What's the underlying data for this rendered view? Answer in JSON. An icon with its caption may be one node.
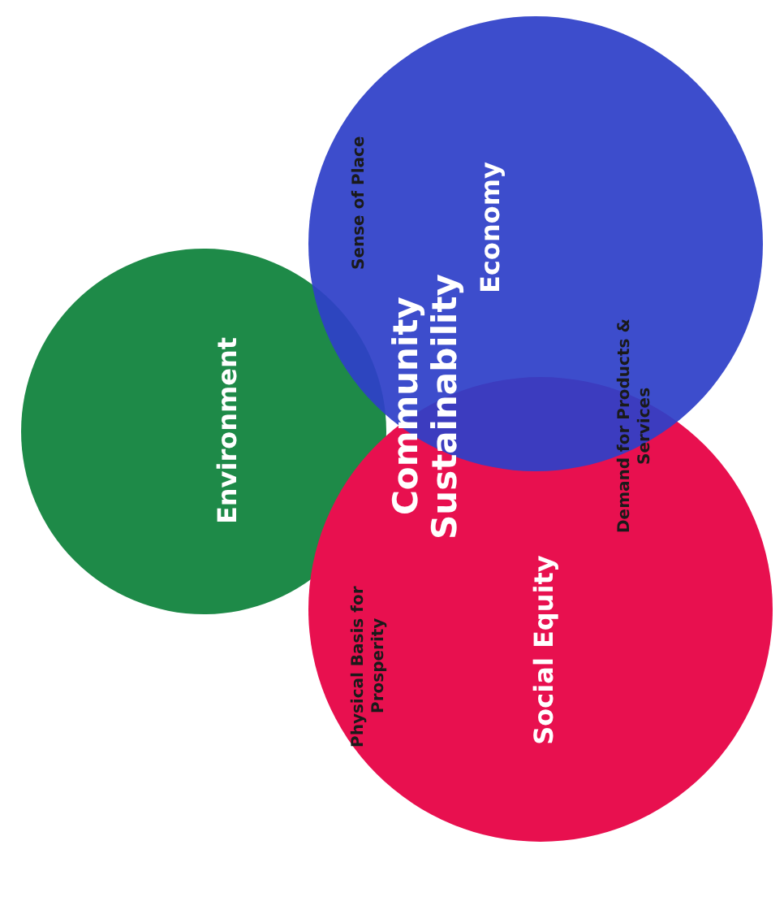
{
  "diagram": {
    "nodes": [
      {
        "text": [
          "Environment"
        ]
      },
      {
        "text": [
          "Social Equity"
        ]
      },
      {
        "text": [
          "Economy"
        ]
      }
    ],
    "labels": [
      "Sense of Place",
      "Community Sustainability",
      "Demand for Products & Services",
      "Physical Basis for Prosperity"
    ]
  }
}
